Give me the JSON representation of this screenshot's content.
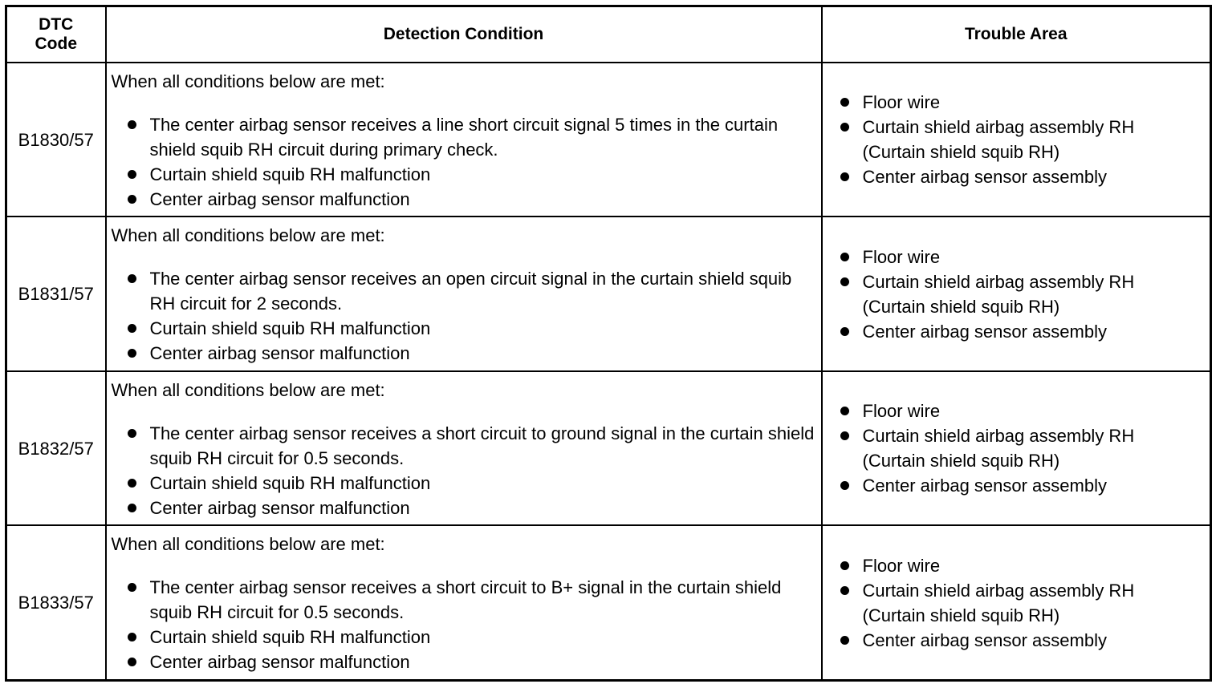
{
  "header": {
    "code_label": "DTC Code",
    "condition_label": "Detection Condition",
    "area_label": "Trouble Area"
  },
  "rows": [
    {
      "code": "B1830/57",
      "intro": "When all conditions below are met:",
      "conditions": [
        "The center airbag sensor receives a line short circuit signal 5 times in the curtain shield squib RH circuit during primary check.",
        "Curtain shield squib RH malfunction",
        "Center airbag sensor malfunction"
      ],
      "areas": [
        {
          "text": "Floor wire",
          "sub": ""
        },
        {
          "text": "Curtain shield airbag assembly RH",
          "sub": "(Curtain shield squib RH)"
        },
        {
          "text": "Center airbag sensor assembly",
          "sub": ""
        }
      ]
    },
    {
      "code": "B1831/57",
      "intro": "When all conditions below are met:",
      "conditions": [
        "The center airbag sensor receives an open circuit signal in the curtain shield squib RH circuit for 2 seconds.",
        "Curtain shield squib RH malfunction",
        "Center airbag sensor malfunction"
      ],
      "areas": [
        {
          "text": "Floor wire",
          "sub": ""
        },
        {
          "text": "Curtain shield airbag assembly RH",
          "sub": "(Curtain shield squib RH)"
        },
        {
          "text": "Center airbag sensor assembly",
          "sub": ""
        }
      ]
    },
    {
      "code": "B1832/57",
      "intro": "When all conditions below are met:",
      "conditions": [
        "The center airbag sensor receives a short circuit to ground signal in the curtain shield squib RH circuit for 0.5 seconds.",
        "Curtain shield squib RH malfunction",
        "Center airbag sensor malfunction"
      ],
      "areas": [
        {
          "text": "Floor wire",
          "sub": ""
        },
        {
          "text": "Curtain shield airbag assembly RH",
          "sub": "(Curtain shield squib RH)"
        },
        {
          "text": "Center airbag sensor assembly",
          "sub": ""
        }
      ]
    },
    {
      "code": "B1833/57",
      "intro": "When all conditions below are met:",
      "conditions": [
        "The center airbag sensor receives a short circuit to B+ signal in the curtain shield squib RH circuit for 0.5 seconds.",
        "Curtain shield squib RH malfunction",
        "Center airbag sensor malfunction"
      ],
      "areas": [
        {
          "text": "Floor wire",
          "sub": ""
        },
        {
          "text": "Curtain shield airbag assembly RH",
          "sub": "(Curtain shield squib RH)"
        },
        {
          "text": "Center airbag sensor assembly",
          "sub": ""
        }
      ]
    }
  ]
}
